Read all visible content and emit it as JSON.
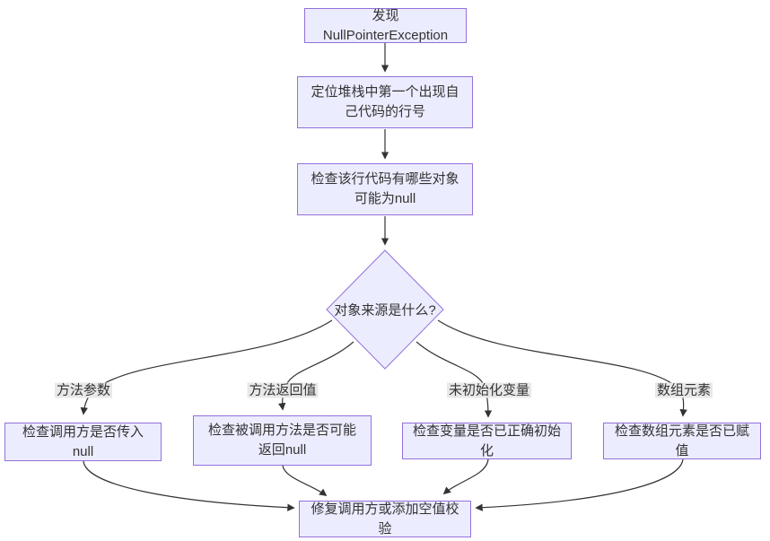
{
  "diagram": {
    "type": "flowchart",
    "direction": "top-to-bottom",
    "nodes": [
      {
        "id": "start",
        "shape": "rect",
        "label": "发现NullPointerException"
      },
      {
        "id": "locate",
        "shape": "rect",
        "label": "定位堆栈中第一个出现自己代码的行号"
      },
      {
        "id": "inspect",
        "shape": "rect",
        "label": "检查该行代码有哪些对象可能为null"
      },
      {
        "id": "decision",
        "shape": "diamond",
        "label": "对象来源是什么?"
      },
      {
        "id": "param_check",
        "shape": "rect",
        "label": "检查调用方是否传入null"
      },
      {
        "id": "retval_check",
        "shape": "rect",
        "label": "检查被调用方法是否可能返回null"
      },
      {
        "id": "uninit_check",
        "shape": "rect",
        "label": "检查变量是否已正确初始化"
      },
      {
        "id": "array_check",
        "shape": "rect",
        "label": "检查数组元素是否已赋值"
      },
      {
        "id": "fix",
        "shape": "rect",
        "label": "修复调用方或添加空值校验"
      }
    ],
    "edges": [
      {
        "from": "start",
        "to": "locate",
        "label": ""
      },
      {
        "from": "locate",
        "to": "inspect",
        "label": ""
      },
      {
        "from": "inspect",
        "to": "decision",
        "label": ""
      },
      {
        "from": "decision",
        "to": "param_check",
        "label": "方法参数"
      },
      {
        "from": "decision",
        "to": "retval_check",
        "label": "方法返回值"
      },
      {
        "from": "decision",
        "to": "uninit_check",
        "label": "未初始化变量"
      },
      {
        "from": "decision",
        "to": "array_check",
        "label": "数组元素"
      },
      {
        "from": "param_check",
        "to": "fix",
        "label": ""
      },
      {
        "from": "retval_check",
        "to": "fix",
        "label": ""
      },
      {
        "from": "uninit_check",
        "to": "fix",
        "label": ""
      },
      {
        "from": "array_check",
        "to": "fix",
        "label": ""
      }
    ],
    "colors": {
      "node_fill": "#ECECFF",
      "node_border": "#9370DB",
      "edge_stroke": "#333333",
      "edge_label_background": "#e8e8e8",
      "text": "#333333",
      "background": "#ffffff"
    }
  }
}
